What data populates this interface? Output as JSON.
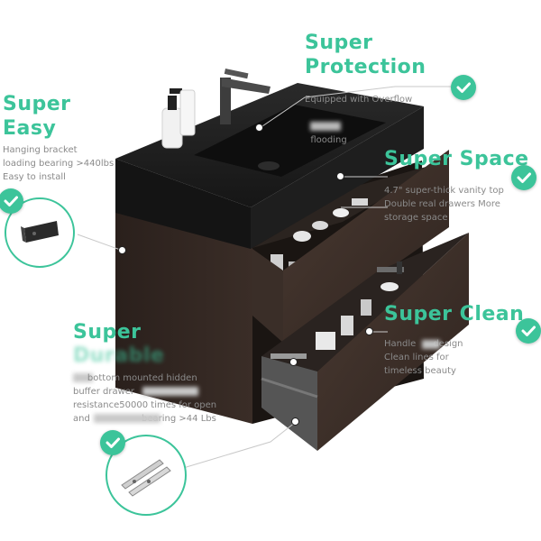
{
  "features": {
    "protection": {
      "title_1": "Super",
      "title_2": "Protection",
      "line_1": "Equipped with Overflow",
      "line_2": "flooding"
    },
    "easy": {
      "title_1": "Super",
      "title_2": "Easy",
      "line_1": "Hanging bracket",
      "line_2": "loading bearing >440lbs",
      "line_3": "Easy to install"
    },
    "space": {
      "title": "Super Space",
      "line_1": "4.7\" super-thick vanity top",
      "line_2": "Double real drawers More",
      "line_3": "storage space"
    },
    "clean": {
      "title": "Super Clean",
      "line_1": "Handle      design",
      "line_2": "Clean lines for",
      "line_3": "timeless beauty"
    },
    "durable": {
      "title_1": "Super",
      "title_2": "Durable",
      "line_1": "     bottom mounted hidden",
      "line_2": "buffer drawer",
      "line_3": "resistance50000 times for open",
      "line_4": "and                  bearing >44 Lbs"
    }
  },
  "colors": {
    "accent": "#3cc49a",
    "countertop": "#1c1c1c",
    "cabinet_wood": "#3f312b"
  },
  "icons": [
    "check-icon",
    "bracket-icon",
    "drawer-slide-icon",
    "vanity-cabinet"
  ]
}
